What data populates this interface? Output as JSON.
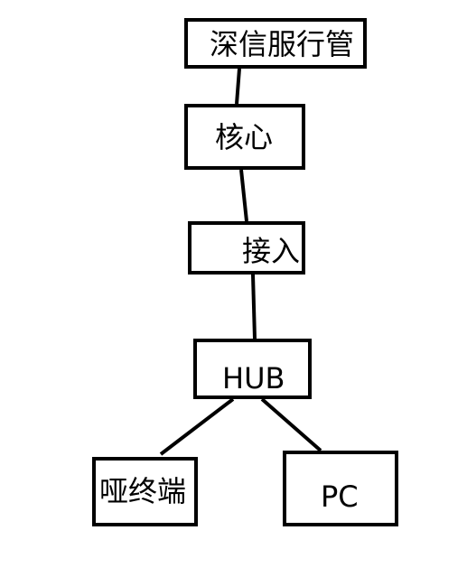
{
  "diagram": {
    "nodes": {
      "management": "深信服行管",
      "core": "核心",
      "access": "接入",
      "hub": "HUB",
      "dumb_terminal": "哑终端",
      "pc": "PC"
    },
    "edges": [
      [
        "management",
        "core"
      ],
      [
        "core",
        "access"
      ],
      [
        "access",
        "hub"
      ],
      [
        "hub",
        "dumb_terminal"
      ],
      [
        "hub",
        "pc"
      ]
    ],
    "colors": {
      "line": "#000000",
      "border": "#000000",
      "background": "#ffffff"
    }
  }
}
